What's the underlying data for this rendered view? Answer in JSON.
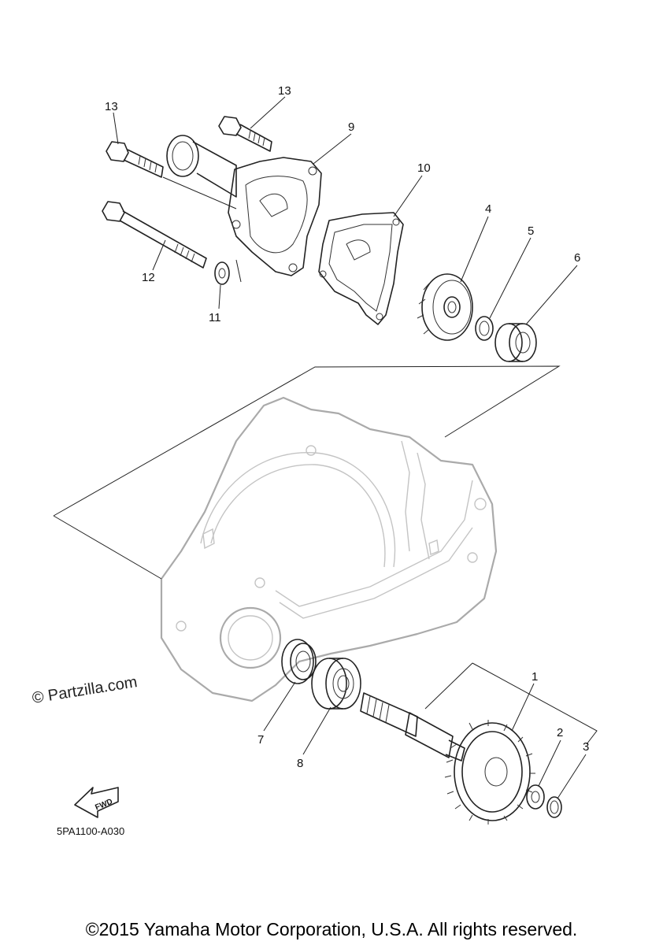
{
  "diagram": {
    "callouts": [
      {
        "id": "c1",
        "label": "1"
      },
      {
        "id": "c2",
        "label": "2"
      },
      {
        "id": "c3",
        "label": "3"
      },
      {
        "id": "c4",
        "label": "4"
      },
      {
        "id": "c5",
        "label": "5"
      },
      {
        "id": "c6",
        "label": "6"
      },
      {
        "id": "c7",
        "label": "7"
      },
      {
        "id": "c8",
        "label": "8"
      },
      {
        "id": "c9",
        "label": "9"
      },
      {
        "id": "c10",
        "label": "10"
      },
      {
        "id": "c11",
        "label": "11"
      },
      {
        "id": "c12",
        "label": "12"
      },
      {
        "id": "c13a",
        "label": "13"
      },
      {
        "id": "c13b",
        "label": "13"
      }
    ],
    "watermark": "© Partzilla.com",
    "fwd_label": "FWD",
    "diagram_code": "5PA1100-A030",
    "copyright": "©2015 Yamaha Motor Corporation, U.S.A. All rights reserved."
  }
}
